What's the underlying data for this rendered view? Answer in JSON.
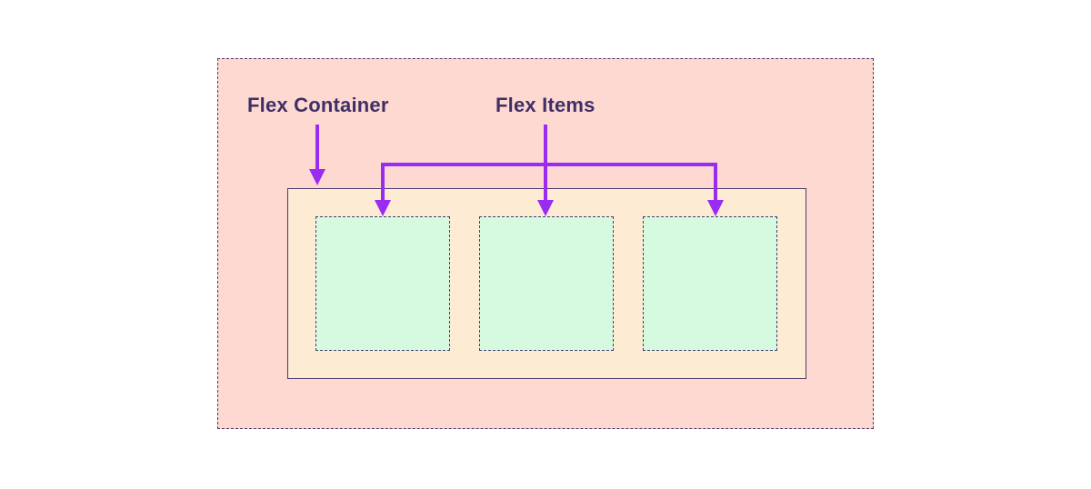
{
  "diagram": {
    "labels": {
      "flex_container": "Flex Container",
      "flex_items": "Flex Items"
    },
    "items": [
      {
        "id": 1
      },
      {
        "id": 2
      },
      {
        "id": 3
      }
    ],
    "colors": {
      "outer_background": "#fdd9d2",
      "container_background": "#fdebd3",
      "item_background": "#d6fadf",
      "border": "#4a3a6e",
      "label_text": "#3f2f66",
      "arrow": "#9a2cf2"
    }
  }
}
